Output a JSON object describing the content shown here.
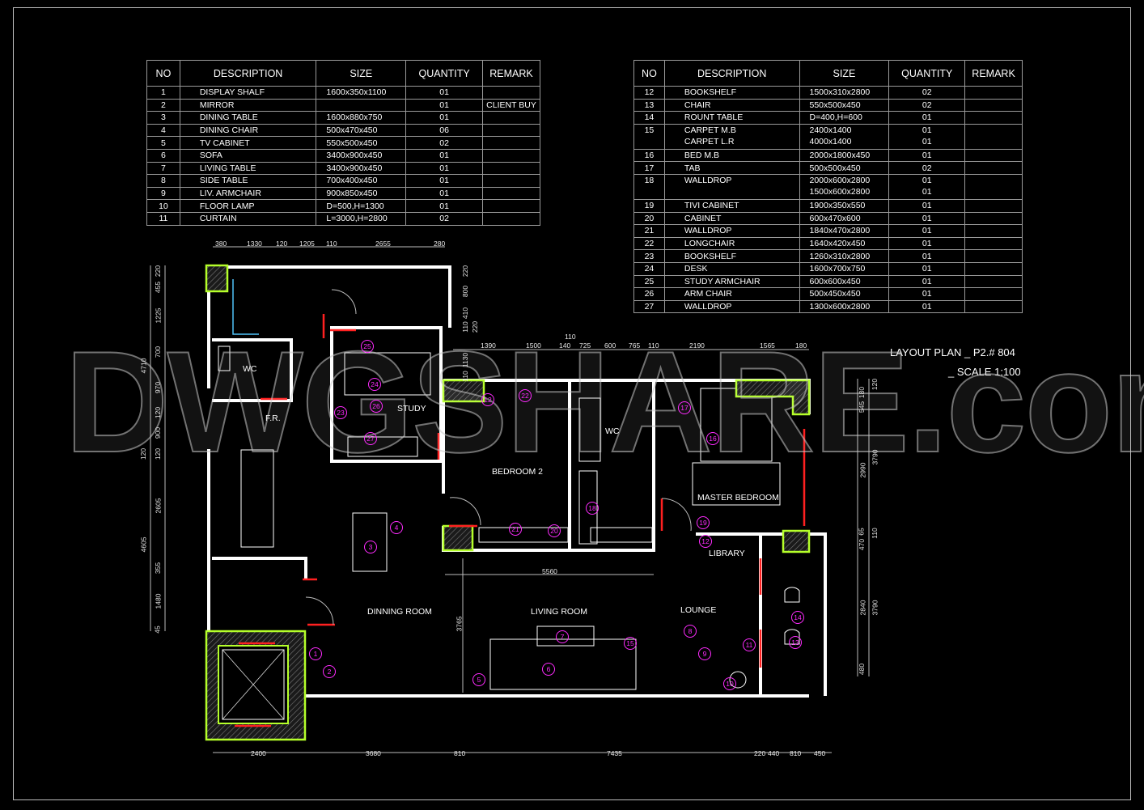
{
  "drawing": {
    "title": "LAYOUT PLAN _ P2.# 804",
    "scale": "_ SCALE 1:100",
    "watermark": "DWGSHARE.com"
  },
  "schedule_left": {
    "headers": [
      "NO",
      "DESCRIPTION",
      "SIZE",
      "QUANTITY",
      "REMARK"
    ],
    "rows": [
      {
        "no": "1",
        "description": "DISPLAY SHALF",
        "size": "1600x350x1100",
        "quantity": "01",
        "remark": ""
      },
      {
        "no": "2",
        "description": "MIRROR",
        "size": "",
        "quantity": "01",
        "remark": "CLIENT  BUY"
      },
      {
        "no": "3",
        "description": "DINING TABLE",
        "size": "1600x880x750",
        "quantity": "01",
        "remark": ""
      },
      {
        "no": "4",
        "description": "DINING CHAIR",
        "size": "500x470x450",
        "quantity": "06",
        "remark": ""
      },
      {
        "no": "5",
        "description": "TV CABINET",
        "size": "550x500x450",
        "quantity": "02",
        "remark": ""
      },
      {
        "no": "6",
        "description": "SOFA",
        "size": "3400x900x450",
        "quantity": "01",
        "remark": ""
      },
      {
        "no": "7",
        "description": "LIVING TABLE",
        "size": "3400x900x450",
        "quantity": "01",
        "remark": ""
      },
      {
        "no": "8",
        "description": "SIDE TABLE",
        "size": "700x400x450",
        "quantity": "01",
        "remark": ""
      },
      {
        "no": "9",
        "description": "LIV. ARMCHAIR",
        "size": "900x850x450",
        "quantity": "01",
        "remark": ""
      },
      {
        "no": "10",
        "description": "FLOOR LAMP",
        "size": "D=500,H=1300",
        "quantity": "01",
        "remark": ""
      },
      {
        "no": "11",
        "description": "CURTAIN",
        "size": "L=3000,H=2800",
        "quantity": "02",
        "remark": ""
      }
    ]
  },
  "schedule_right": {
    "headers": [
      "NO",
      "DESCRIPTION",
      "SIZE",
      "QUANTITY",
      "REMARK"
    ],
    "rows": [
      {
        "no": "12",
        "description": "BOOKSHELF",
        "size": "1500x310x2800",
        "quantity": "02",
        "remark": ""
      },
      {
        "no": "13",
        "description": "CHAIR",
        "size": "550x500x450",
        "quantity": "02",
        "remark": ""
      },
      {
        "no": "14",
        "description": "ROUNT TABLE",
        "size": "D=400,H=600",
        "quantity": "01",
        "remark": ""
      },
      {
        "no": "15",
        "description": "CARPET M.B",
        "description2": "CARPET L.R",
        "size": "2400x1400",
        "size2": "4000x1400",
        "quantity": "01",
        "quantity2": "01",
        "remark": ""
      },
      {
        "no": "16",
        "description": "BED M.B",
        "size": "2000x1800x450",
        "quantity": "01",
        "remark": ""
      },
      {
        "no": "17",
        "description": "TAB",
        "size": "500x500x450",
        "quantity": "02",
        "remark": ""
      },
      {
        "no": "18",
        "description": "WALLDROP",
        "description2": "",
        "size": "2000x600x2800",
        "size2": "1500x600x2800",
        "quantity": "01",
        "quantity2": "01",
        "remark": ""
      },
      {
        "no": "19",
        "description": "TIVI CABINET",
        "size": "1900x350x550",
        "quantity": "01",
        "remark": ""
      },
      {
        "no": "20",
        "description": "CABINET",
        "size": "600x470x600",
        "quantity": "01",
        "remark": ""
      },
      {
        "no": "21",
        "description": "WALLDROP",
        "size": "1840x470x2800",
        "quantity": "01",
        "remark": ""
      },
      {
        "no": "22",
        "description": "LONGCHAIR",
        "size": "1640x420x450",
        "quantity": "01",
        "remark": ""
      },
      {
        "no": "23",
        "description": "BOOKSHELF",
        "size": "1260x310x2800",
        "quantity": "01",
        "remark": ""
      },
      {
        "no": "24",
        "description": "DESK",
        "size": "1600x700x750",
        "quantity": "01",
        "remark": ""
      },
      {
        "no": "25",
        "description": "STUDY ARMCHAIR",
        "size": "600x600x450",
        "quantity": "01",
        "remark": ""
      },
      {
        "no": "26",
        "description": "ARM CHAIR",
        "size": "500x450x450",
        "quantity": "01",
        "remark": ""
      },
      {
        "no": "27",
        "description": "WALLDROP",
        "size": "1300x600x2800",
        "quantity": "01",
        "remark": ""
      }
    ]
  },
  "rooms": {
    "wc1": "WC",
    "fr": "F.R.",
    "study": "STUDY",
    "bedroom2": "BEDROOM 2",
    "wc2": "WC",
    "master_bedroom": "MASTER BEDROOM",
    "library": "LIBRARY",
    "dining_room": "DINNING ROOM",
    "living_room": "LIVING ROOM",
    "lounge": "LOUNGE"
  },
  "tags": [
    "1",
    "2",
    "3",
    "4",
    "5",
    "6",
    "7",
    "8",
    "9",
    "10",
    "11",
    "12",
    "13",
    "14",
    "15",
    "16",
    "17",
    "18",
    "19",
    "20",
    "21",
    "22",
    "23",
    "24",
    "25",
    "26",
    "27"
  ],
  "dimensions": {
    "top": [
      "380",
      "1330",
      "120",
      "1205",
      "110",
      "2655",
      "280"
    ],
    "middle_top": [
      "1390",
      "1500",
      "140",
      "110",
      "725",
      "600",
      "765",
      "110",
      "2190",
      "1565",
      "180"
    ],
    "bottom": [
      "2400",
      "3680",
      "810",
      "7435",
      "220",
      "440",
      "810",
      "450"
    ],
    "left_inner": [
      "220",
      "455",
      "1225",
      "700",
      "970",
      "120",
      "900",
      "120",
      "2605",
      "355",
      "1480",
      "45"
    ],
    "left_outer": [
      "4710",
      "120",
      "4605"
    ],
    "right_inner": [
      "180",
      "545",
      "2990",
      "65",
      "470",
      "2840",
      "480"
    ],
    "right_outer": [
      "120",
      "3790",
      "110",
      "3790"
    ],
    "study_side": [
      "220",
      "800",
      "410",
      "110",
      "220",
      "1130",
      "110"
    ],
    "living_width": "5560",
    "living_depth": "3765"
  },
  "colors": {
    "background": "#000000",
    "wall": "#ffffff",
    "column_outline": "#b5ff2a",
    "door_accent": "#ff2020",
    "tag": "#ff2bff",
    "line": "#bdbdbd",
    "plumbing": "#4fc3f7"
  }
}
